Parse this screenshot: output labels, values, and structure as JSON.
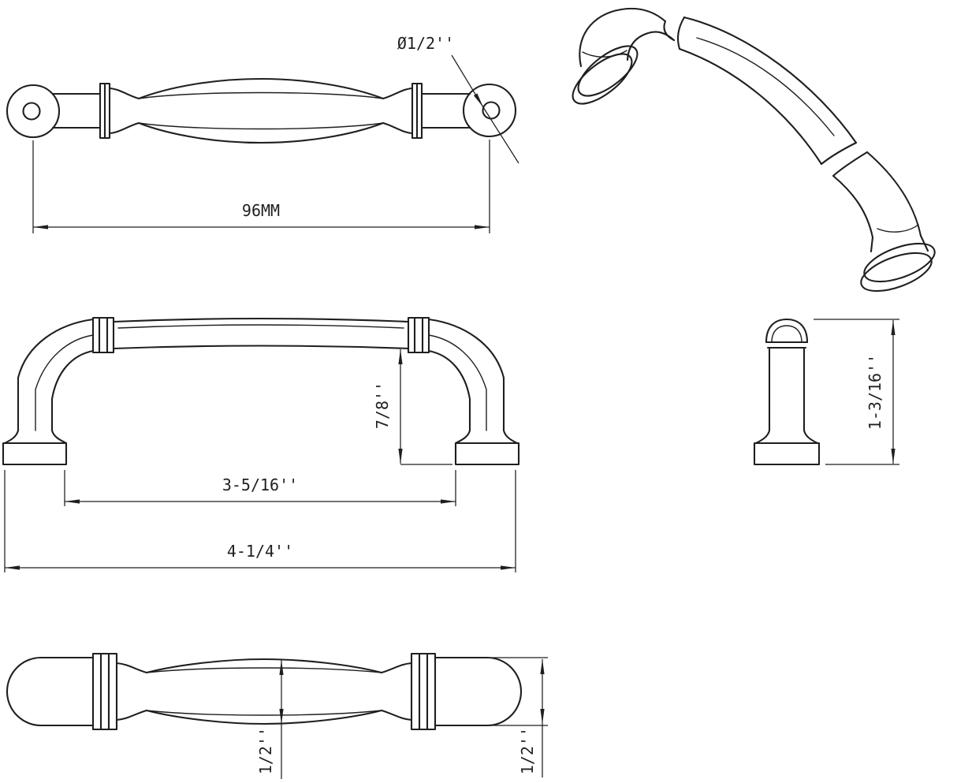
{
  "drawing": {
    "background": "#ffffff",
    "line_color": "#1f1f1f",
    "dims": {
      "center_length": "96MM",
      "hole_diameter": "Ø1/2''",
      "projection": "7/8''",
      "inner_span": "3-5/16''",
      "overall_length": "4-1/4''",
      "height": "1-3/16''",
      "grip_width": "1/2''",
      "post_width": "1/2''"
    }
  }
}
